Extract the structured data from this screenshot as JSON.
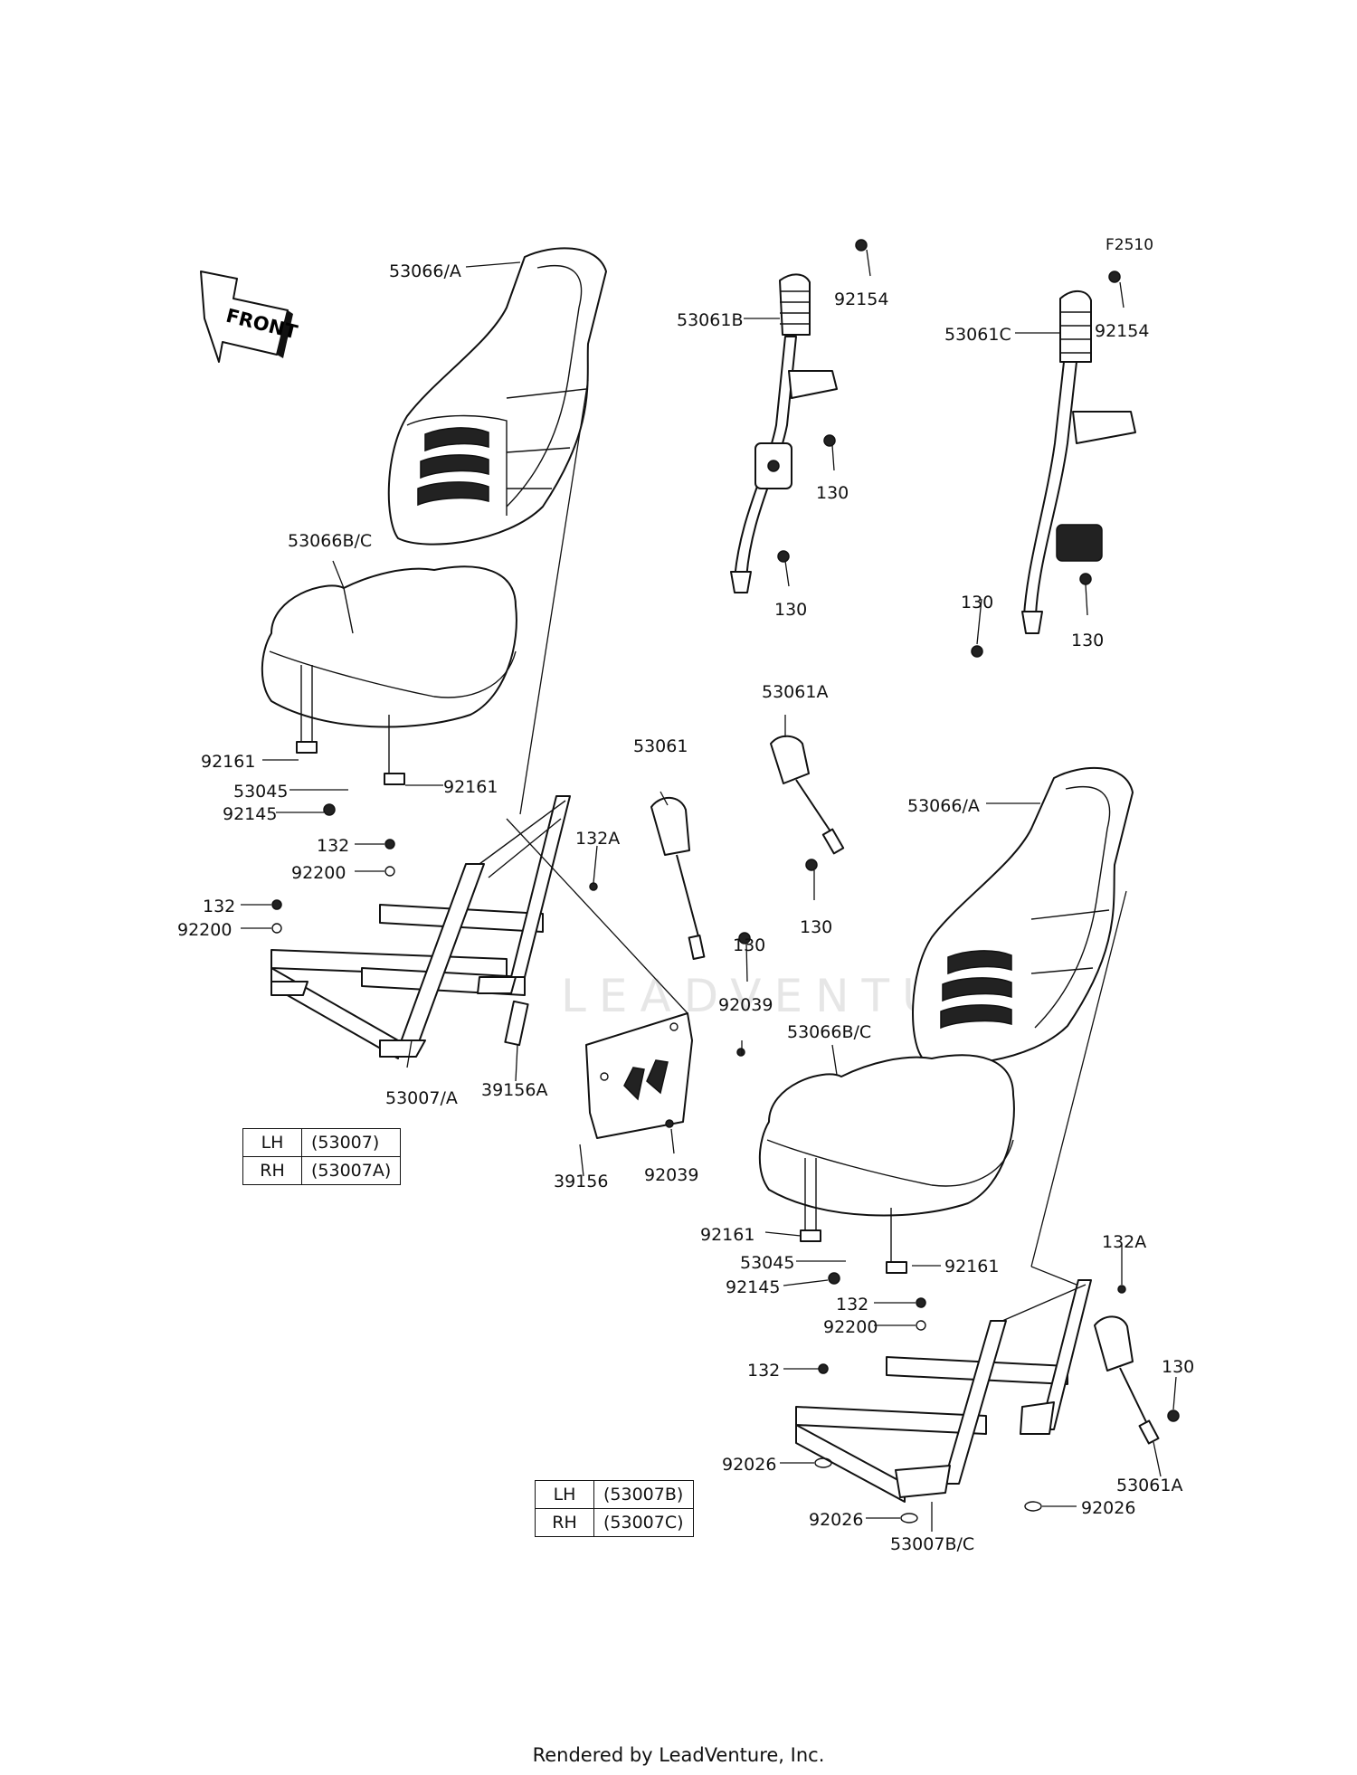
{
  "figure_ref": "F2510",
  "front_arrow": {
    "label": "FRONT"
  },
  "callouts": [
    {
      "id": "53066-a-left",
      "text": "53066/A"
    },
    {
      "id": "53061b",
      "text": "53061B"
    },
    {
      "id": "92154-left",
      "text": "92154"
    },
    {
      "id": "53061c",
      "text": "53061C"
    },
    {
      "id": "92154-right",
      "text": "92154"
    },
    {
      "id": "130-belt-b-upper",
      "text": "130"
    },
    {
      "id": "130-belt-b-lower",
      "text": "130"
    },
    {
      "id": "130-belt-c-left",
      "text": "130"
    },
    {
      "id": "130-belt-c-right",
      "text": "130"
    },
    {
      "id": "53066bc-left",
      "text": "53066B/C"
    },
    {
      "id": "92161-left-a",
      "text": "92161"
    },
    {
      "id": "53045-left",
      "text": "53045"
    },
    {
      "id": "92161-left-b",
      "text": "92161"
    },
    {
      "id": "92145-left",
      "text": "92145"
    },
    {
      "id": "132-left-a",
      "text": "132"
    },
    {
      "id": "132a-left",
      "text": "132A"
    },
    {
      "id": "92200-left-a",
      "text": "92200"
    },
    {
      "id": "132-left-b",
      "text": "132"
    },
    {
      "id": "92200-left-b",
      "text": "92200"
    },
    {
      "id": "53061",
      "text": "53061"
    },
    {
      "id": "53061a-top",
      "text": "53061A"
    },
    {
      "id": "130-buckle-left",
      "text": "130"
    },
    {
      "id": "130-buckle-right",
      "text": "130"
    },
    {
      "id": "53066-a-right",
      "text": "53066/A"
    },
    {
      "id": "92039-upper",
      "text": "92039"
    },
    {
      "id": "53007-a",
      "text": "53007/A"
    },
    {
      "id": "39156a",
      "text": "39156A"
    },
    {
      "id": "39156",
      "text": "39156"
    },
    {
      "id": "92039-lower",
      "text": "92039"
    },
    {
      "id": "53066bc-right",
      "text": "53066B/C"
    },
    {
      "id": "92161-right-a",
      "text": "92161"
    },
    {
      "id": "53045-right",
      "text": "53045"
    },
    {
      "id": "92161-right-b",
      "text": "92161"
    },
    {
      "id": "92145-right",
      "text": "92145"
    },
    {
      "id": "132a-right",
      "text": "132A"
    },
    {
      "id": "132-right-a",
      "text": "132"
    },
    {
      "id": "92200-right",
      "text": "92200"
    },
    {
      "id": "132-right-b",
      "text": "132"
    },
    {
      "id": "130-right",
      "text": "130"
    },
    {
      "id": "92026-a",
      "text": "92026"
    },
    {
      "id": "92026-b",
      "text": "92026"
    },
    {
      "id": "92026-c",
      "text": "92026"
    },
    {
      "id": "53061a-bottom",
      "text": "53061A"
    },
    {
      "id": "53007bc",
      "text": "53007B/C"
    }
  ],
  "tables": [
    {
      "rows": [
        {
          "side": "LH",
          "code": "(53007)"
        },
        {
          "side": "RH",
          "code": "(53007A)"
        }
      ]
    },
    {
      "rows": [
        {
          "side": "LH",
          "code": "(53007B)"
        },
        {
          "side": "RH",
          "code": "(53007C)"
        }
      ]
    }
  ],
  "watermark": "LEADVENTURE",
  "footer": "Rendered by LeadVenture, Inc."
}
